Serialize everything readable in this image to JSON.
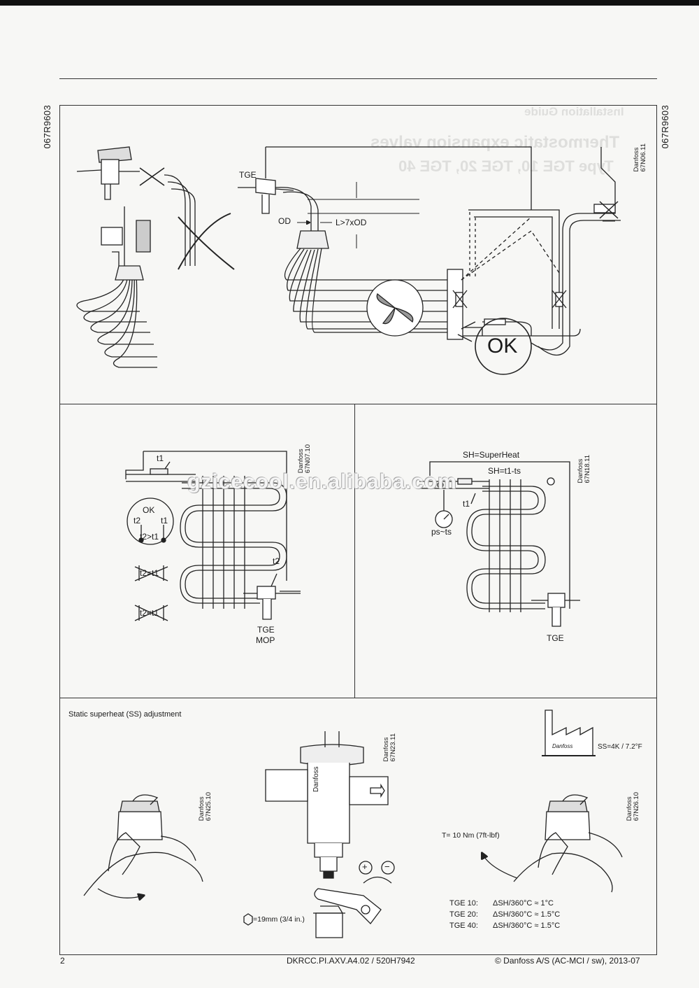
{
  "doc_code_left": "067R9603",
  "doc_code_right": "067R9603",
  "ghost": {
    "line1": "Installation Guide",
    "line2": "Thermostatic expansion valves",
    "line3": "Type TGE 10, TGE 20, TGE 40"
  },
  "panel_top": {
    "tge_label": "TGE",
    "od_label": "OD",
    "length_label": "L>7xOD",
    "ok_label": "OK",
    "ref": "Danfoss\n67N06.11"
  },
  "panel_mid_left": {
    "t1_label": "t1",
    "ok_label": "OK",
    "t2_label": "t2",
    "t1b_label": "t1",
    "cmp1": "t2>t1",
    "cmp2": "t2=t1",
    "cmp3": "t2<t1",
    "t2_bulb": "t2",
    "tge_label": "TGE",
    "mop_label": "MOP",
    "ref": "Danfoss\n67N07.10"
  },
  "panel_mid_right": {
    "sh_title": "SH=SuperHeat",
    "sh_formula": "SH=t1-ts",
    "t1_label": "t1",
    "ps_label": "ps~ts",
    "tge_label": "TGE",
    "ref": "Danfoss\n67N18.11"
  },
  "panel_bottom": {
    "title": "Static superheat (SS) adjustment",
    "ref_center": "Danfoss\n67N23.11",
    "ref_left": "Danfoss\n67N25.10",
    "ref_right": "Danfoss\n67N26.10",
    "ss_label": "SS=4K / 7.2°F",
    "valve_brand": "Danfoss",
    "factory_brand": "Danfoss",
    "torque": "T= 10 Nm (7ft-lbf)",
    "hex": "=19mm (3/4 in.)",
    "plus": "+",
    "minus": "−",
    "table": [
      {
        "model": "TGE 10:",
        "value": "ΔSH/360°C ≈ 1°C"
      },
      {
        "model": "TGE 20:",
        "value": "ΔSH/360°C ≈ 1.5°C"
      },
      {
        "model": "TGE 40:",
        "value": "ΔSH/360°C ≈ 1.5°C"
      }
    ]
  },
  "watermark": "gzicecool.en.alibaba.com",
  "footer": {
    "page": "2",
    "code": "DKRCC.PI.AXV.A4.02 / 520H7942",
    "copyright": "© Danfoss A/S (AC-MCI / sw), 2013-07"
  }
}
